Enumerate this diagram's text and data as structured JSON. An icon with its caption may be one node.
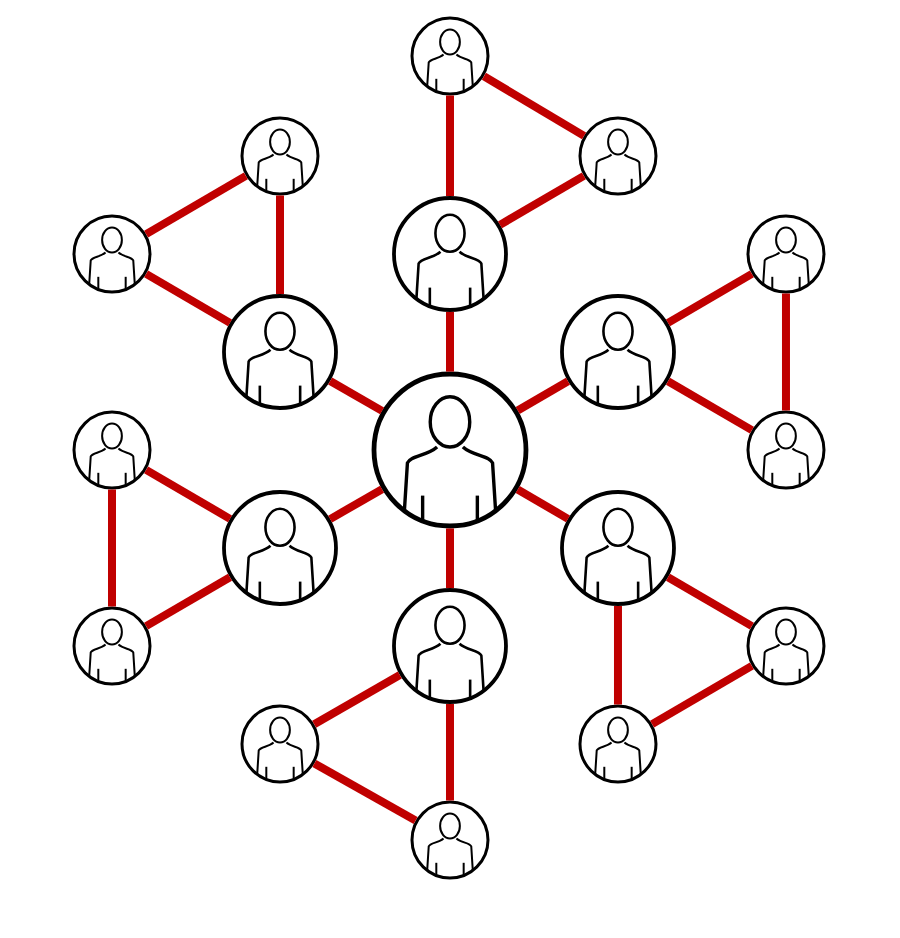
{
  "diagram": {
    "nodes": [
      {
        "text": [],
        "shape": "person"
      },
      {
        "text": [],
        "shape": "person"
      },
      {
        "text": [],
        "shape": "person"
      },
      {
        "text": [],
        "shape": "person"
      },
      {
        "text": [],
        "shape": "person"
      },
      {
        "text": [],
        "shape": "person"
      },
      {
        "text": [],
        "shape": "person"
      },
      {
        "text": [],
        "shape": "person"
      },
      {
        "text": [],
        "shape": "person"
      },
      {
        "text": [],
        "shape": "person"
      },
      {
        "text": [],
        "shape": "person"
      },
      {
        "text": [],
        "shape": "person"
      },
      {
        "text": [],
        "shape": "person"
      },
      {
        "text": [],
        "shape": "person"
      },
      {
        "text": [],
        "shape": "person"
      },
      {
        "text": [],
        "shape": "person"
      },
      {
        "text": [],
        "shape": "person"
      },
      {
        "text": [],
        "shape": "person"
      },
      {
        "text": [],
        "shape": "person"
      }
    ],
    "edges": [
      {
        "from": 0,
        "to": 1,
        "arrow": "none"
      },
      {
        "from": 0,
        "to": 2,
        "arrow": "none"
      },
      {
        "from": 0,
        "to": 3,
        "arrow": "none"
      },
      {
        "from": 0,
        "to": 4,
        "arrow": "none"
      },
      {
        "from": 0,
        "to": 5,
        "arrow": "none"
      },
      {
        "from": 0,
        "to": 6,
        "arrow": "none"
      },
      {
        "from": 1,
        "to": 7,
        "arrow": "none"
      },
      {
        "from": 1,
        "to": 8,
        "arrow": "none"
      },
      {
        "from": 7,
        "to": 8,
        "arrow": "none"
      },
      {
        "from": 2,
        "to": 9,
        "arrow": "none"
      },
      {
        "from": 2,
        "to": 10,
        "arrow": "none"
      },
      {
        "from": 9,
        "to": 10,
        "arrow": "none"
      },
      {
        "from": 3,
        "to": 11,
        "arrow": "none"
      },
      {
        "from": 3,
        "to": 12,
        "arrow": "none"
      },
      {
        "from": 11,
        "to": 12,
        "arrow": "none"
      },
      {
        "from": 4,
        "to": 13,
        "arrow": "none"
      },
      {
        "from": 4,
        "to": 14,
        "arrow": "none"
      },
      {
        "from": 13,
        "to": 14,
        "arrow": "none"
      },
      {
        "from": 5,
        "to": 15,
        "arrow": "none"
      },
      {
        "from": 5,
        "to": 16,
        "arrow": "none"
      },
      {
        "from": 15,
        "to": 16,
        "arrow": "none"
      },
      {
        "from": 6,
        "to": 17,
        "arrow": "none"
      },
      {
        "from": 6,
        "to": 18,
        "arrow": "none"
      },
      {
        "from": 17,
        "to": 18,
        "arrow": "none"
      }
    ]
  }
}
